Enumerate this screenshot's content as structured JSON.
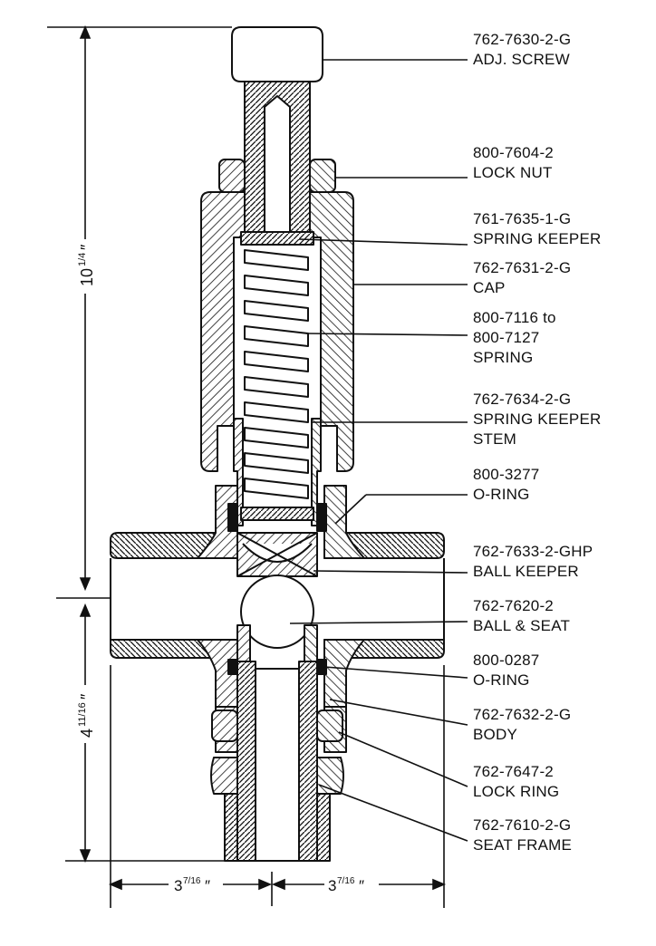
{
  "callouts": [
    {
      "id": "adj-screw",
      "part": "762-7630-2-G",
      "desc": "ADJ. SCREW"
    },
    {
      "id": "lock-nut",
      "part": "800-7604-2",
      "desc": "LOCK NUT"
    },
    {
      "id": "spring-keeper",
      "part": "761-7635-1-G",
      "desc": "SPRING KEEPER"
    },
    {
      "id": "cap",
      "part": "762-7631-2-G",
      "desc": "CAP"
    },
    {
      "id": "spring",
      "part": "800-7116 to",
      "part2": "800-7127",
      "desc": "SPRING"
    },
    {
      "id": "spring-keeper-stem",
      "part": "762-7634-2-G",
      "desc": "SPRING KEEPER",
      "desc2": "STEM"
    },
    {
      "id": "o-ring-upper",
      "part": "800-3277",
      "desc": "O-RING"
    },
    {
      "id": "ball-keeper",
      "part": "762-7633-2-GHP",
      "desc": "BALL KEEPER"
    },
    {
      "id": "ball-seat",
      "part": "762-7620-2",
      "desc": "BALL & SEAT"
    },
    {
      "id": "o-ring-lower",
      "part": "800-0287",
      "desc": "O-RING"
    },
    {
      "id": "body",
      "part": "762-7632-2-G",
      "desc": "BODY"
    },
    {
      "id": "lock-ring",
      "part": "762-7647-2",
      "desc": "LOCK RING"
    },
    {
      "id": "seat-frame",
      "part": "762-7610-2-G",
      "desc": "SEAT FRAME"
    }
  ],
  "dimensions": {
    "overall_height": {
      "whole": "10",
      "frac": "1/4",
      "unit": "″"
    },
    "lower_height": {
      "whole": "4",
      "frac": "11/16",
      "unit": "″"
    },
    "left_width": {
      "whole": "3",
      "frac": "7/16",
      "unit": "″"
    },
    "right_width": {
      "whole": "3",
      "frac": "7/16",
      "unit": "″"
    }
  }
}
